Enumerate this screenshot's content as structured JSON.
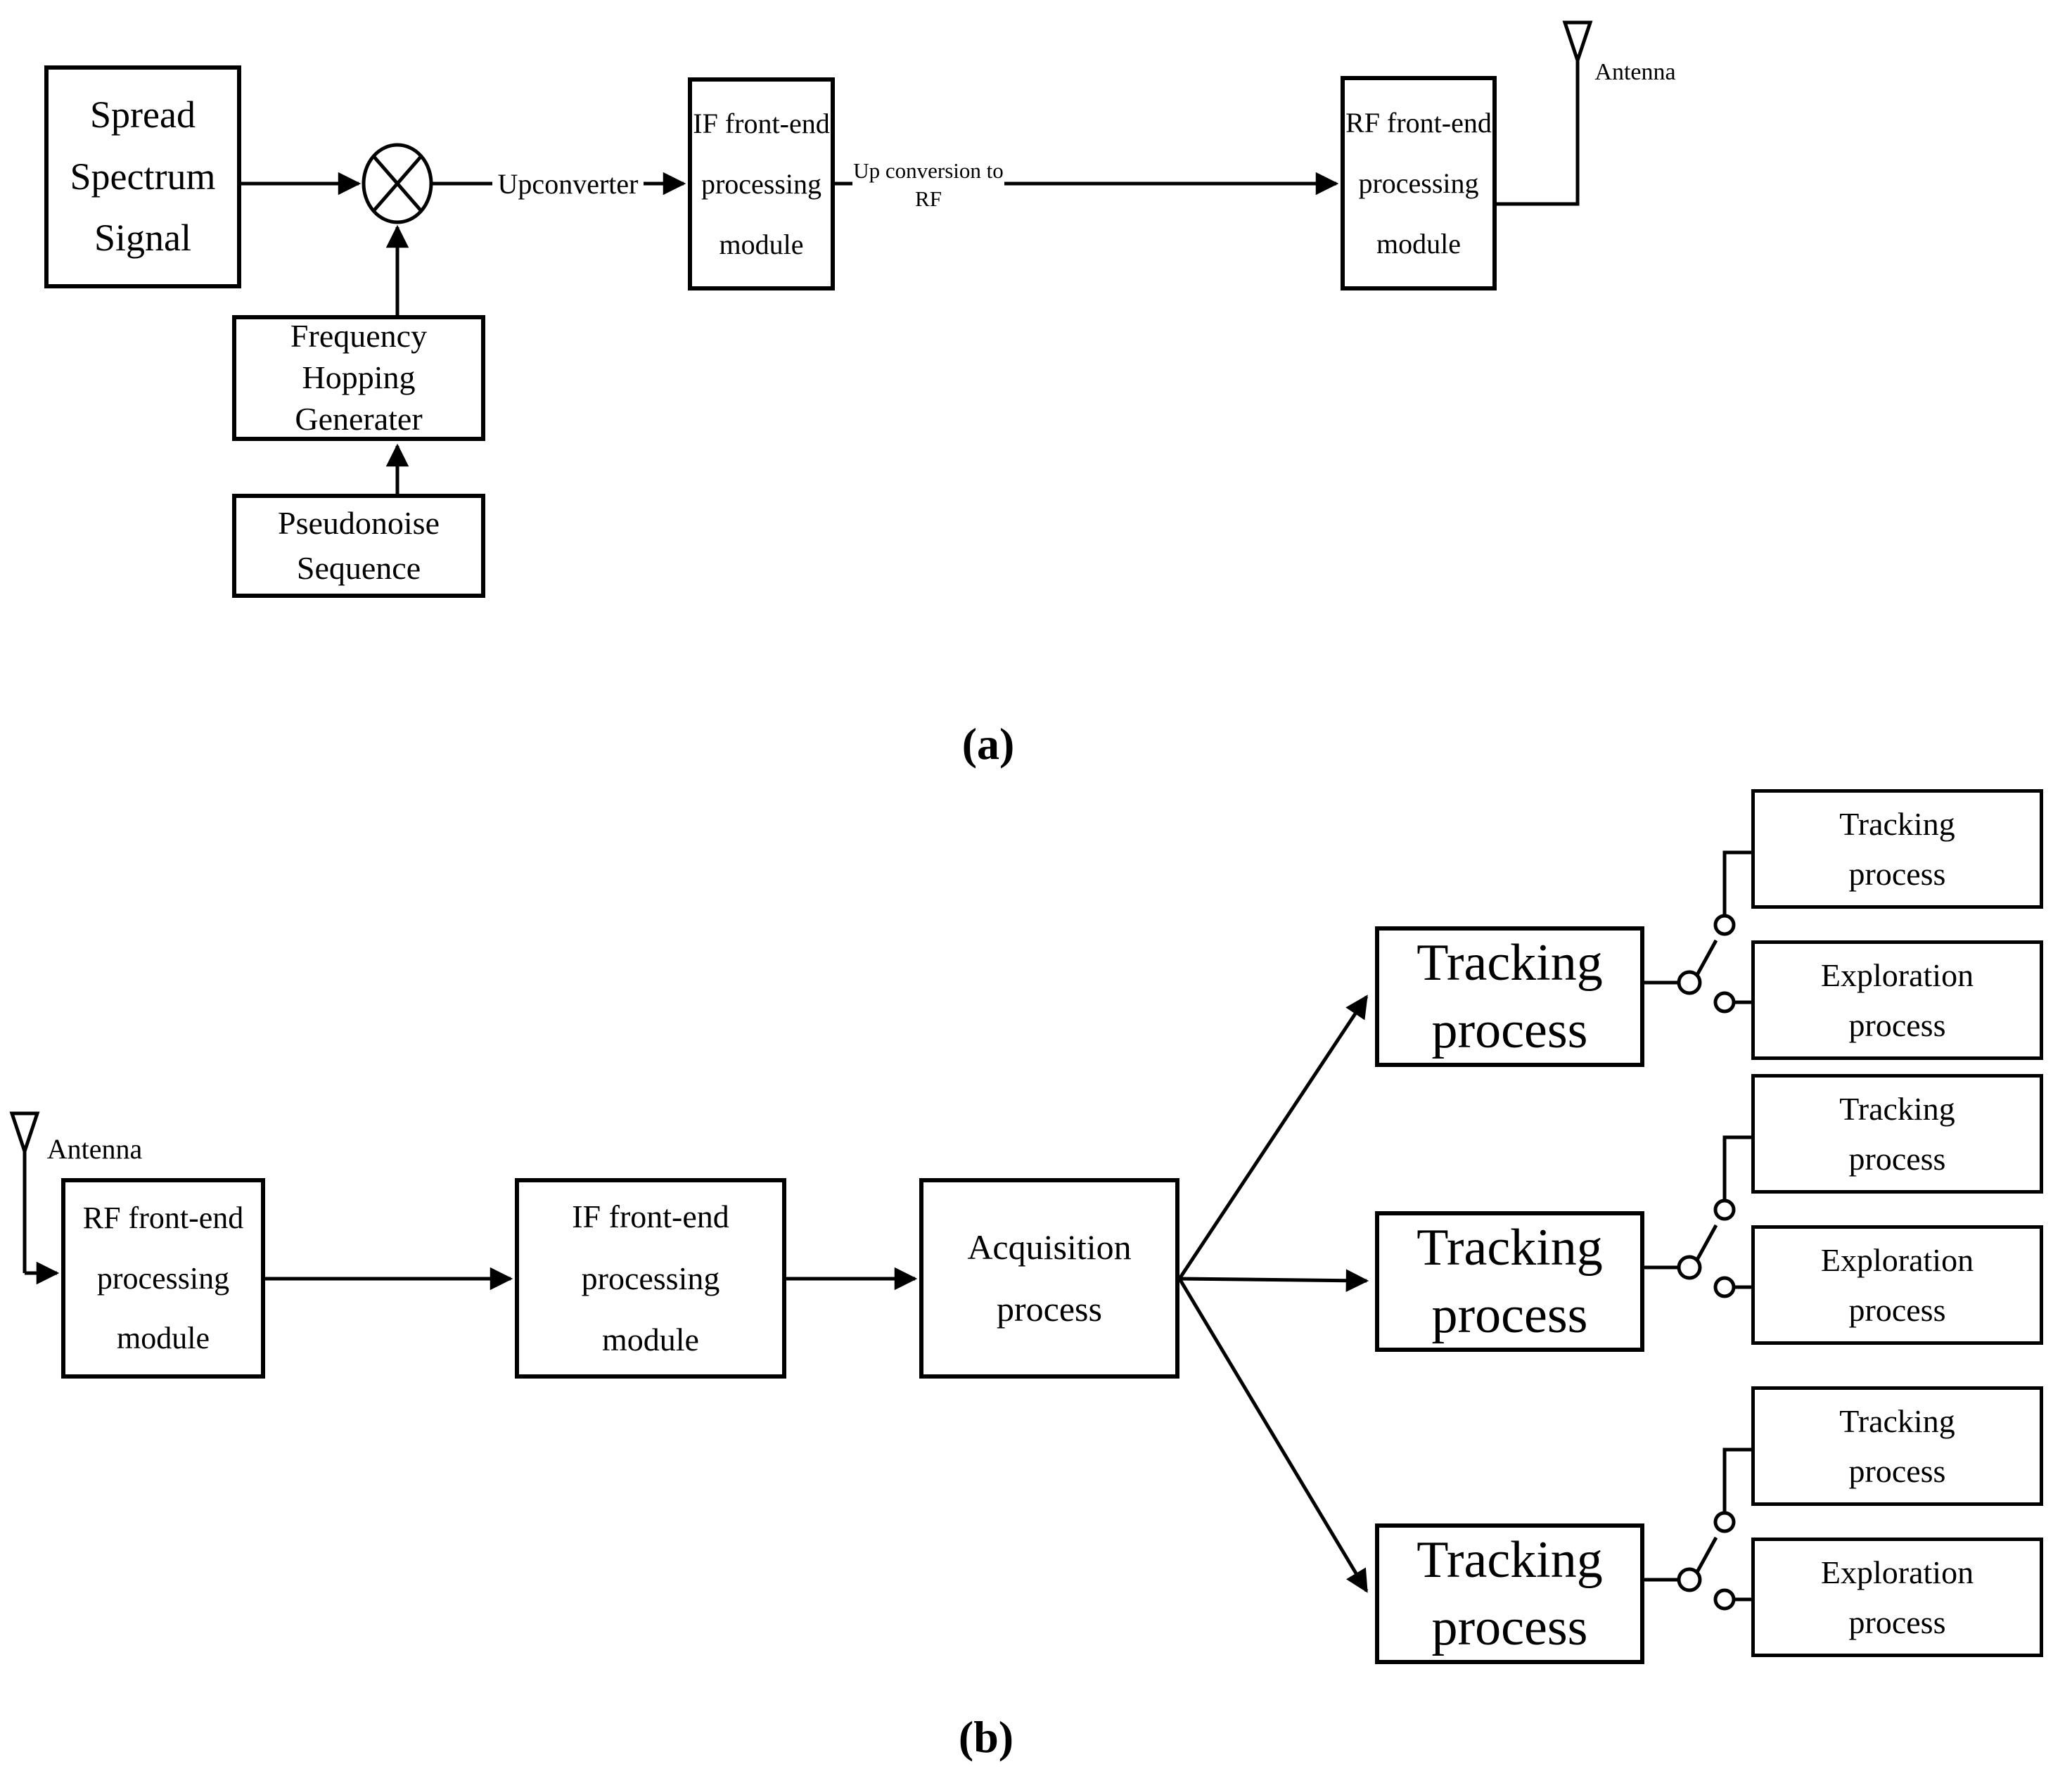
{
  "part_a": {
    "caption": "(a)",
    "boxes": {
      "spread": "Spread\nSpectrum\nSignal",
      "freq_hopping": "Frequency\nHopping\nGenerater",
      "pseudonoise": "Pseudonoise\nSequence",
      "if_module": "IF front-end\nprocessing\nmodule",
      "rf_module": "RF front-end\nprocessing\nmodule"
    },
    "labels": {
      "upconverter": "Upconverter",
      "up_conversion": "Up conversion to\nRF",
      "antenna": "Antenna"
    }
  },
  "part_b": {
    "caption": "(b)",
    "labels": {
      "antenna": "Antenna"
    },
    "boxes": {
      "rf_module": "RF front-end\nprocessing\nmodule",
      "if_module": "IF front-end\nprocessing\nmodule",
      "acquisition": "Acquisition\nprocess",
      "tracking_main": "Tracking\nprocess",
      "tracking_small": "Tracking\nprocess",
      "exploration": "Exploration\nprocess"
    }
  },
  "colors": {
    "stroke": "#000000",
    "background": "#ffffff"
  }
}
